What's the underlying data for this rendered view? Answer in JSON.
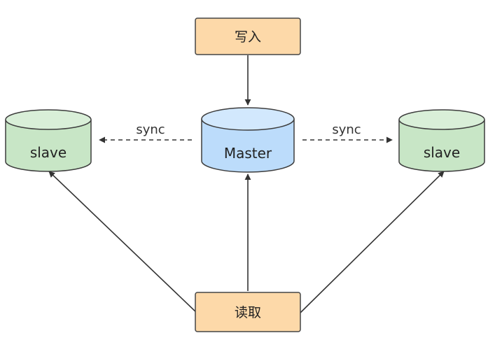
{
  "nodes": {
    "write": {
      "label": "写入"
    },
    "read": {
      "label": "读取"
    },
    "master": {
      "label": "Master"
    },
    "slave_left": {
      "label": "slave"
    },
    "slave_right": {
      "label": "slave"
    }
  },
  "edges": {
    "sync_left": {
      "label": "sync"
    },
    "sync_right": {
      "label": "sync"
    }
  },
  "colors": {
    "box_fill": "#fdd9a9",
    "box_stroke": "#454545",
    "master_fill": "#bcdcfb",
    "master_top": "#d2e8fd",
    "slave_fill": "#c8e6c6",
    "slave_top": "#d9efd8",
    "db_stroke": "#3d3d3d",
    "arrow": "#333333"
  }
}
